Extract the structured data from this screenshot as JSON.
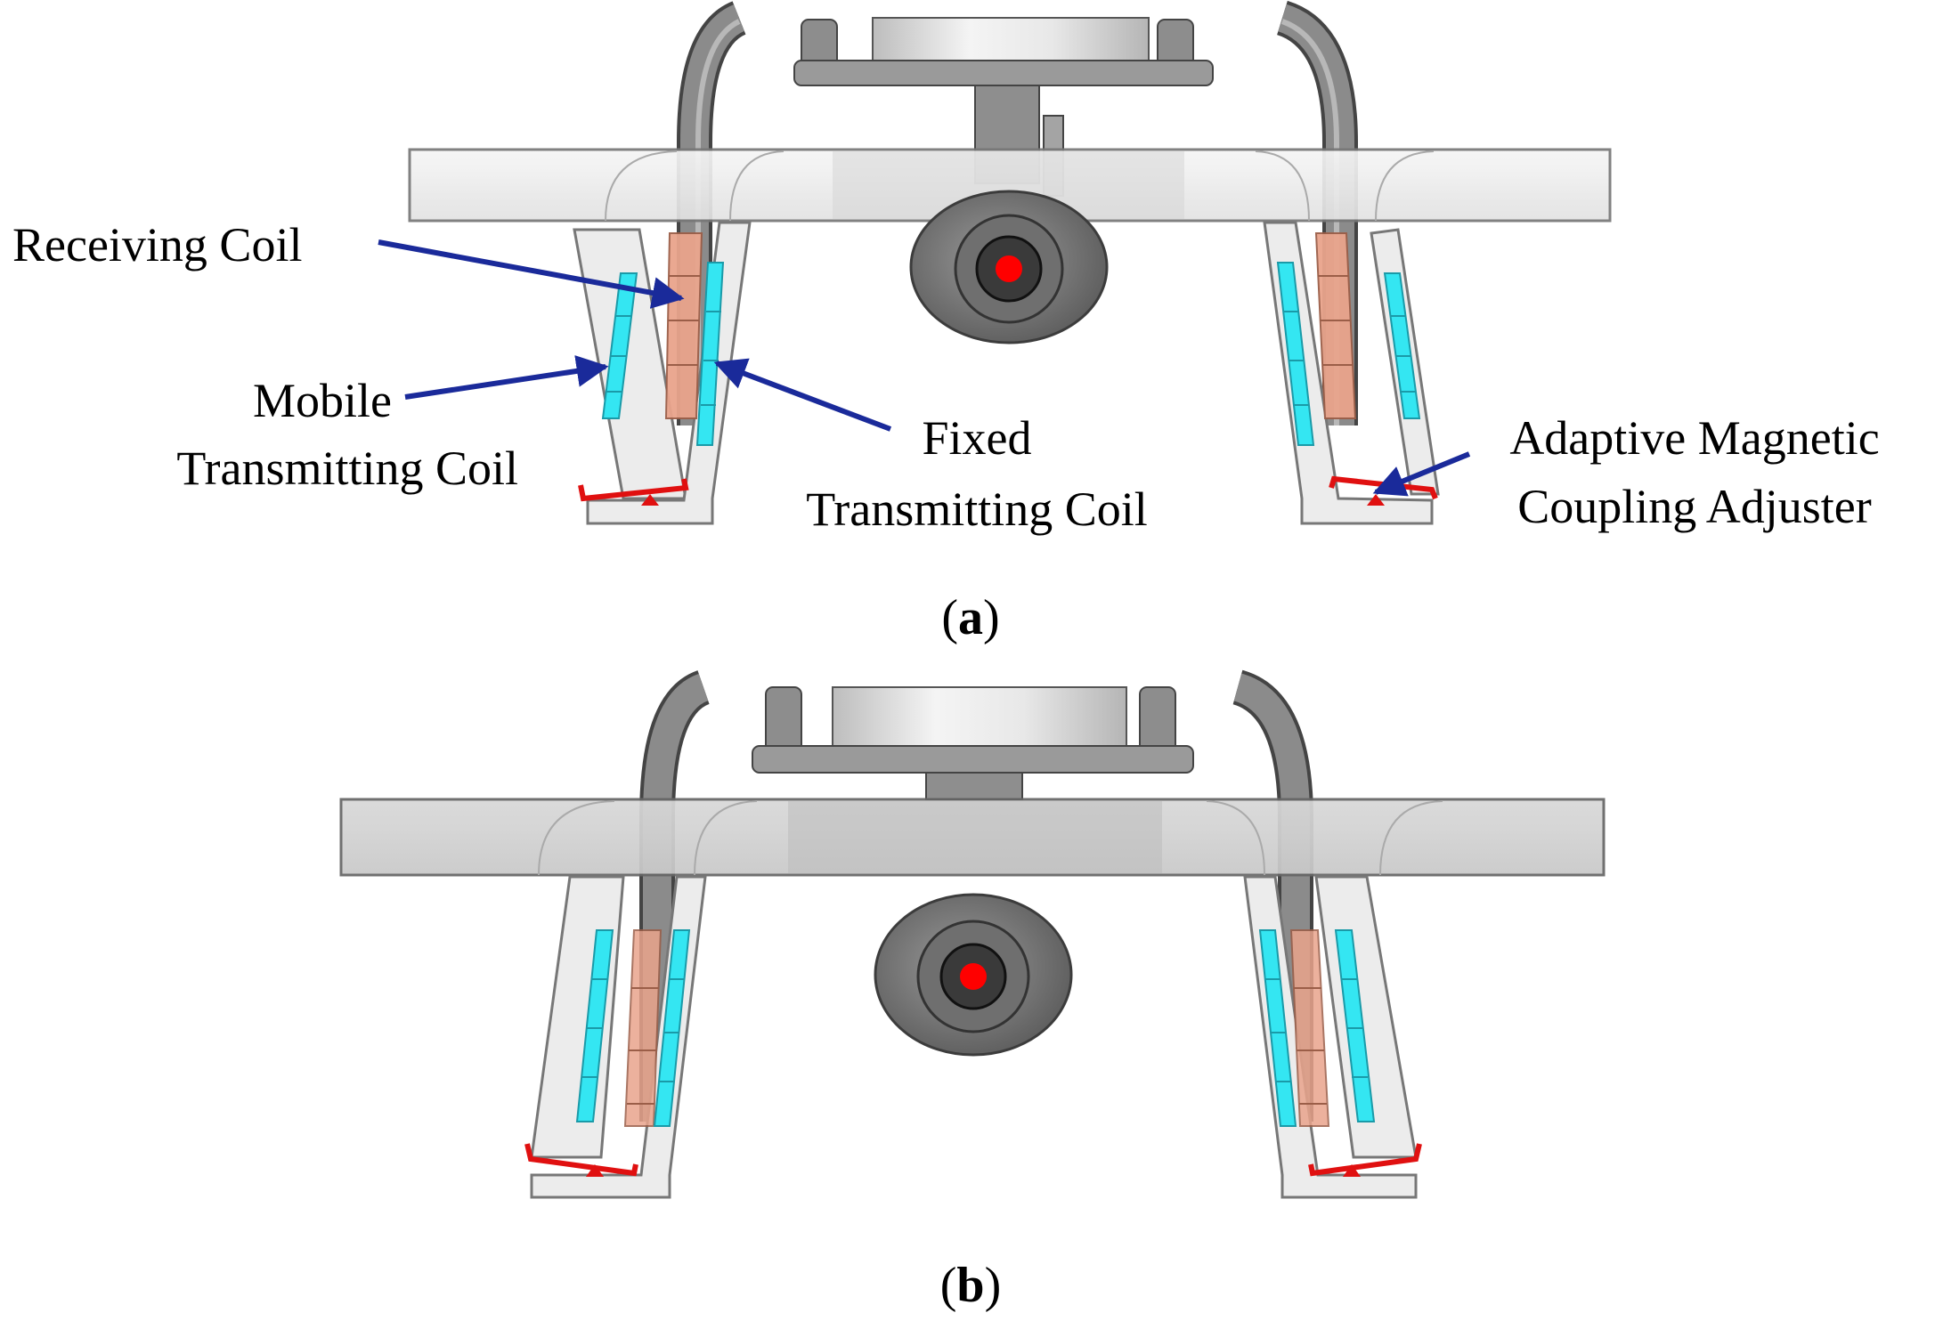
{
  "colors": {
    "coil_cyan": "#34E6F2",
    "coil_orange": "#E9A48C",
    "adjuster_red": "#E01010",
    "arrow_blue": "#1A2A9A",
    "frame_grey": "#7A7A7A",
    "panel_grey": "#E6E6E6",
    "camera_red": "#FF0000"
  },
  "panel_a": {
    "labels": {
      "receiving_coil": "Receiving Coil",
      "mobile_line1": "Mobile",
      "mobile_line2": "Transmitting Coil",
      "fixed_line1": "Fixed",
      "fixed_line2": "Transmitting Coil",
      "adjuster_line1": "Adaptive Magnetic",
      "adjuster_line2": "Coupling Adjuster"
    },
    "caption": {
      "open": "(",
      "letter": "a",
      "close": ")"
    }
  },
  "panel_b": {
    "caption": {
      "open": "(",
      "letter": "b",
      "close": ")"
    }
  },
  "icons": [
    "camera-gimbal-icon",
    "landing-leg-icon",
    "coil-icon",
    "arrow-icon"
  ]
}
